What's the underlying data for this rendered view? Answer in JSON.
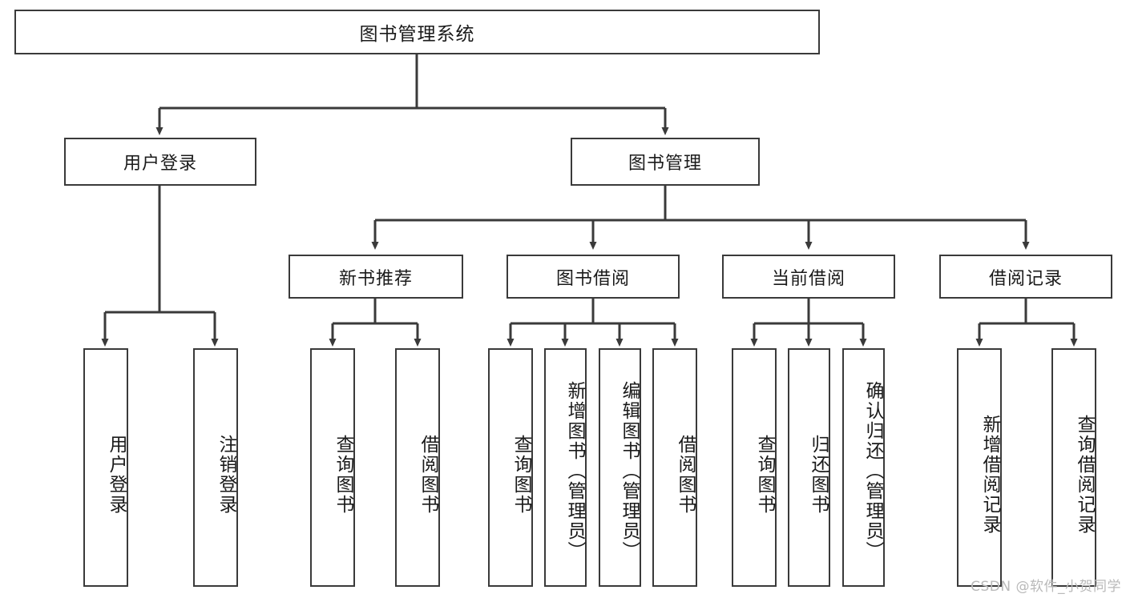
{
  "diagram": {
    "type": "hierarchy-tree",
    "title": "图书管理系统",
    "watermark": "CSDN @软件_小贺同学",
    "stroke_color": "#3a3a3a",
    "background_color": "#ffffff",
    "text_color": "#1a1a1a",
    "root": {
      "label": "图书管理系统"
    },
    "level2": [
      {
        "id": "user-login",
        "label": "用户登录"
      },
      {
        "id": "book-manage",
        "label": "图书管理"
      }
    ],
    "level3": [
      {
        "id": "new-book-rec",
        "label": "新书推荐"
      },
      {
        "id": "book-borrow",
        "label": "图书借阅"
      },
      {
        "id": "current-borrow",
        "label": "当前借阅"
      },
      {
        "id": "borrow-record",
        "label": "借阅记录"
      }
    ],
    "leaves": [
      {
        "id": "leaf-user-login",
        "label": "用户登录",
        "parent": "user-login"
      },
      {
        "id": "leaf-logout",
        "label": "注销登录",
        "parent": "user-login"
      },
      {
        "id": "leaf-query-book-1",
        "label": "查询图书",
        "parent": "new-book-rec"
      },
      {
        "id": "leaf-borrow-book-1",
        "label": "借阅图书",
        "parent": "new-book-rec"
      },
      {
        "id": "leaf-query-book-2",
        "label": "查询图书",
        "parent": "book-borrow"
      },
      {
        "id": "leaf-add-book",
        "label": "新增图书（管理员）",
        "parent": "book-borrow"
      },
      {
        "id": "leaf-edit-book",
        "label": "编辑图书（管理员）",
        "parent": "book-borrow"
      },
      {
        "id": "leaf-borrow-book-2",
        "label": "借阅图书",
        "parent": "book-borrow"
      },
      {
        "id": "leaf-query-book-3",
        "label": "查询图书",
        "parent": "current-borrow"
      },
      {
        "id": "leaf-return-book",
        "label": "归还图书",
        "parent": "current-borrow"
      },
      {
        "id": "leaf-confirm-return",
        "label": "确认归还（管理员）",
        "parent": "current-borrow"
      },
      {
        "id": "leaf-add-record",
        "label": "新增借阅记录",
        "parent": "borrow-record"
      },
      {
        "id": "leaf-query-record",
        "label": "查询借阅记录",
        "parent": "borrow-record"
      }
    ]
  }
}
